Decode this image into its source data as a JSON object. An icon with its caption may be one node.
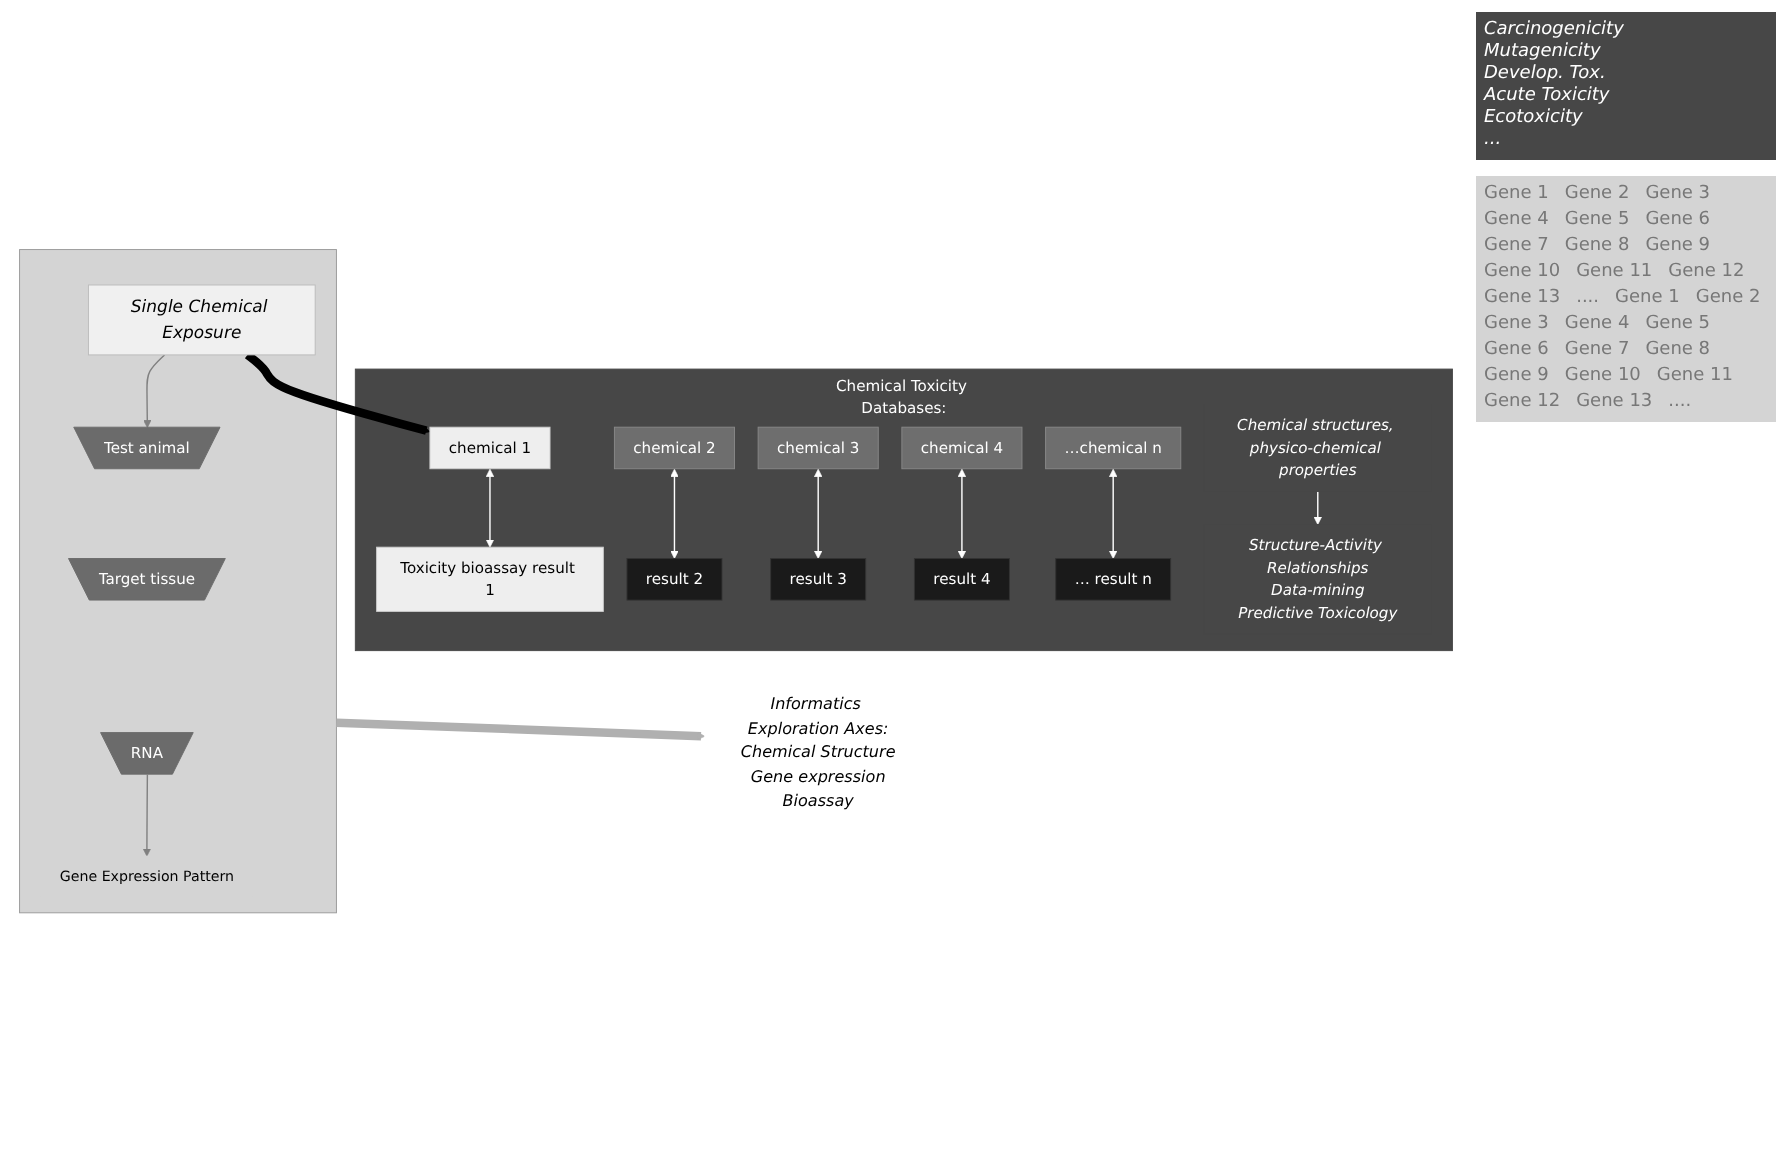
{
  "diagram": {
    "nodes": [
      {
        "text": [],
        "shape": "box"
      },
      {
        "text": [
          "Single Chemical Exposure"
        ],
        "in": 0
      },
      {
        "text": [
          "Test animal"
        ],
        "in": 0
      },
      {
        "text": [
          "Target tissue"
        ],
        "in": 0
      },
      {
        "text": [
          "RNA"
        ],
        "in": 0
      },
      {
        "text": [
          "Gene Expression Pattern"
        ],
        "in": 0
      },
      {
        "text": [
          "Chemical Toxicity Databases:"
        ]
      },
      {
        "text": [
          "chemical 1"
        ],
        "in": 6
      },
      {
        "text": [
          "Toxicity bioassay result 1"
        ],
        "in": 6
      },
      {
        "text": [
          "chemical 2"
        ],
        "in": 6
      },
      {
        "text": [
          "result 2"
        ],
        "in": 6
      },
      {
        "text": [
          "chemical 3"
        ],
        "in": 6
      },
      {
        "text": [
          "result 3"
        ],
        "in": 6
      },
      {
        "text": [
          "chemical 4"
        ],
        "in": 6
      },
      {
        "text": [
          "result 4"
        ],
        "in": 6
      },
      {
        "text": [
          "…chemical n"
        ],
        "in": 6
      },
      {
        "text": [
          "… result n"
        ],
        "in": 6
      },
      {
        "text": [
          "Chemical structures, physico-chemical properties"
        ],
        "in": 6
      },
      {
        "text": [
          "Structure-Activity Relationships",
          "Data-mining",
          "Predictive Toxicology"
        ],
        "in": 6
      },
      {
        "text": [
          "Informatics Exploration Axes:",
          "Chemical Structure",
          "Gene expression",
          "Bioassay"
        ]
      }
    ],
    "edges": [
      {
        "from": 1,
        "to": 2,
        "arrow": "to",
        "color": "#808080"
      },
      {
        "from": 4,
        "to": 5,
        "arrow": "to",
        "color": "#808080"
      },
      {
        "from": 1,
        "to": 7,
        "arrow": "to",
        "style": "thick",
        "color": "#000000"
      },
      {
        "from": 7,
        "to": 8,
        "arrow": "both"
      },
      {
        "from": 9,
        "to": 10,
        "arrow": "both"
      },
      {
        "from": 11,
        "to": 12,
        "arrow": "both"
      },
      {
        "from": 13,
        "to": 14,
        "arrow": "both"
      },
      {
        "from": 15,
        "to": 16,
        "arrow": "both"
      },
      {
        "from": 17,
        "to": 18,
        "arrow": "to"
      },
      {
        "from": 0,
        "to": 19,
        "arrow": "to",
        "style": "thick",
        "color": "#b0b0b0"
      }
    ],
    "labels": [
      "Carcinogenicity",
      "Mutagenicity",
      "Develop. Tox.",
      "Acute Toxicity",
      "Ecotoxicity",
      "...",
      "Gene 1",
      "Gene 2",
      "Gene 3",
      "Gene 4",
      "Gene 5",
      "Gene 6",
      "Gene 7",
      "Gene 8",
      "Gene 9",
      "Gene 10",
      "Gene 11",
      "Gene 12",
      "Gene 13",
      "....",
      "Gene 1",
      "Gene 2",
      "Gene 3",
      "Gene 4",
      "Gene 5",
      "Gene 6",
      "Gene 7",
      "Gene 8",
      "Gene 9",
      "Gene 10",
      "Gene 11",
      "Gene 12",
      "Gene 13",
      "...."
    ]
  }
}
